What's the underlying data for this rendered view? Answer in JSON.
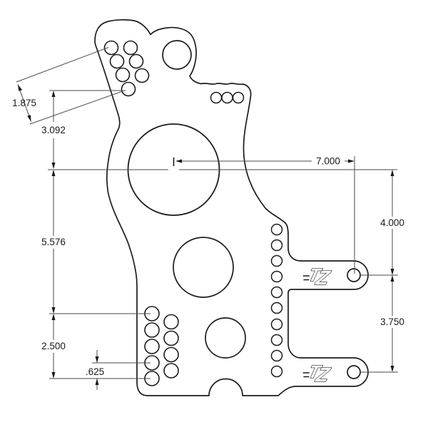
{
  "drawing": {
    "background": "#ffffff",
    "outline_color": "#1c1c1c",
    "dimension_line_color": "#4a4a4a",
    "text_color": "#1a1a1a"
  },
  "dimensions": {
    "upper_hole_diagonal": "1.875",
    "upper_holes_to_centerline": "3.092",
    "centerline_to_lower_holes": "5.576",
    "lower_hole_span": "2.500",
    "bottom_hole_offset": ".625",
    "center_to_tab_hole": "7.000",
    "centerline_to_upper_tab": "4.000",
    "upper_to_lower_tab": "3.750"
  },
  "logo": {
    "letter_1": "T",
    "letter_2": "Z"
  }
}
